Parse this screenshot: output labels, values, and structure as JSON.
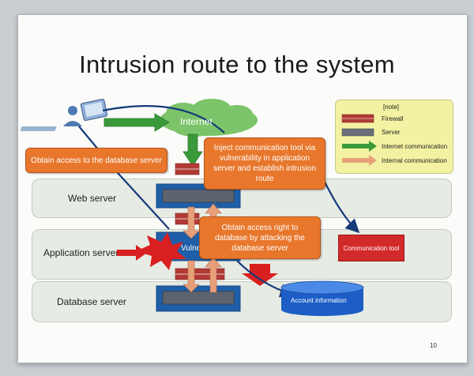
{
  "slide": {
    "title": "Intrusion route to the system",
    "page_number": "10"
  },
  "layers": {
    "web": "Web server",
    "application": "Application server",
    "database": "Database server"
  },
  "legend": {
    "title": "[note]",
    "firewall": "Firewall",
    "server": "Server",
    "internet": "Internet communication",
    "internal": "Internal communication"
  },
  "labels": {
    "internet": "Internet",
    "vulnerability": "Vulne",
    "communication_tool": "Communication tool",
    "account_information": "Account information"
  },
  "callouts": {
    "obtain_access": "Obtain access to the database server",
    "inject_tool": "Inject communication tool via vulnerability in application server and establish intrusion route",
    "obtain_right": "Obtain access right to database by attacking the database server"
  },
  "colors": {
    "callout": "#e8772c",
    "server": "#1f5ea8",
    "firewall": "#b23a35",
    "internet_arrow": "#3a9a3a",
    "internal_arrow": "#e8a07a",
    "cloud": "#7cc46a",
    "route_line": "#143a7a",
    "comm_tool": "#d22a2a",
    "attack": "#d82020",
    "legend_bg": "#f2f2a2"
  },
  "icons": [
    "attacker-pc-icon",
    "internet-cloud-icon",
    "firewall-icon",
    "server-icon",
    "database-cylinder-icon",
    "attack-burst-icon"
  ]
}
